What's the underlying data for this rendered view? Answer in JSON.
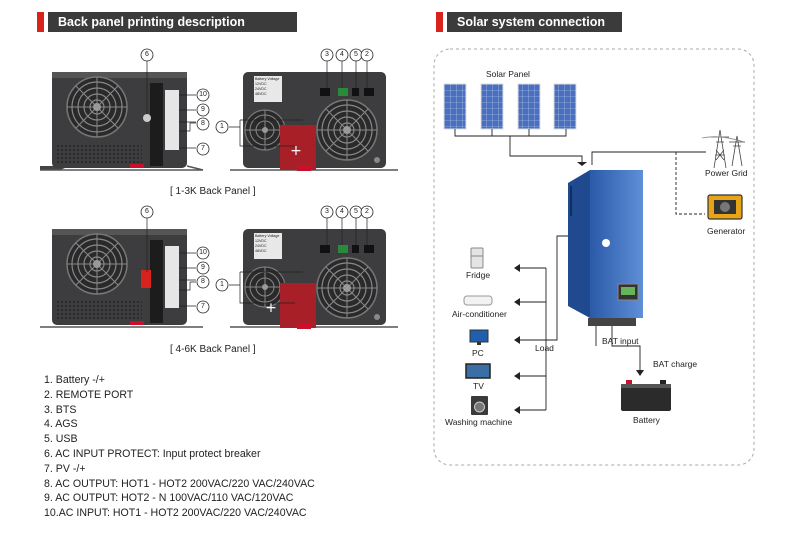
{
  "left_section": {
    "title": "Back panel printing description",
    "caption_small": "[ 1-3K Back Panel ]",
    "caption_large": "[ 4-6K Back Panel ]",
    "callout_numbers": [
      "1",
      "2",
      "3",
      "4",
      "5",
      "6",
      "7",
      "8",
      "9",
      "10"
    ],
    "panel_label_lines": [
      "Battery Voltage",
      "12VDC",
      "24VDC",
      "48VDC"
    ],
    "legend": [
      "1.  Battery -/+",
      "2.  REMOTE PORT",
      "3.  BTS",
      "4.  AGS",
      "5.  USB",
      "6.  AC INPUT PROTECT: Input protect breaker",
      "7.  PV -/+",
      "8.  AC OUTPUT: HOT1 - HOT2 200VAC/220 VAC/240VAC",
      "9.  AC OUTPUT: HOT2 - N 100VAC/110 VAC/120VAC",
      "10.AC INPUT: HOT1 - HOT2 200VAC/220 VAC/240VAC"
    ]
  },
  "right_section": {
    "title": "Solar system connection",
    "labels": {
      "solar_panel": "Solar Panel",
      "power_grid": "Power Grid",
      "generator": "Generator",
      "fridge": "Fridge",
      "air_conditioner": "Air-conditioner",
      "pc": "PC",
      "tv": "TV",
      "washing_machine": "Washing machine",
      "load": "Load",
      "bat_input": "BAT input",
      "bat_charge": "BAT charge",
      "battery": "Battery"
    }
  },
  "colors": {
    "accent_red": "#d7231c",
    "header_dark": "#3b3b3b",
    "panel_dark": "#3d3d3f",
    "solar_blue": "#3a5fae",
    "inverter_blue": "#2f63b4"
  },
  "icons": [
    "fan-icon",
    "breaker-icon",
    "terminal-block-icon",
    "power-tower-icon",
    "generator-icon",
    "fridge-icon",
    "air-conditioner-icon",
    "pc-icon",
    "tv-icon",
    "washing-machine-icon",
    "battery-icon",
    "solar-panel-icon",
    "inverter-icon"
  ]
}
